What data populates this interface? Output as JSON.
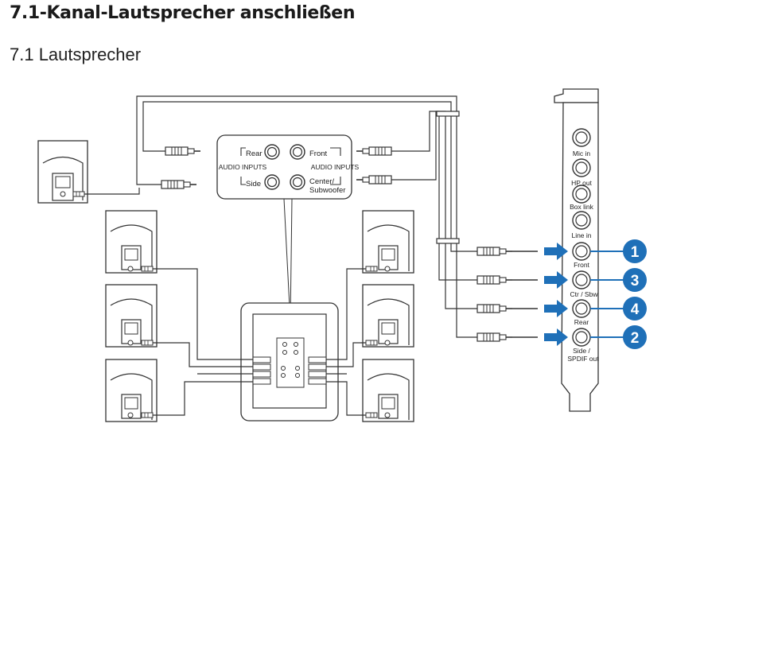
{
  "header": {
    "title": "7.1-Kanal-Lautsprecher anschließen",
    "subtitle": "7.1 Lautsprecher"
  },
  "hub": {
    "group_left_label": "AUDIO INPUTS",
    "group_right_label": "AUDIO INPUTS",
    "ports": {
      "rear": "Rear",
      "side": "Side",
      "front": "Front",
      "center_line1": "Center/",
      "center_line2": "Subwoofer"
    }
  },
  "card": {
    "ports": {
      "mic_in": "Mic in",
      "hp_out": "HP out",
      "box_link": "Box link",
      "line_in": "Line in",
      "front": "Front",
      "ctr_sbw": "Ctr / Sbw",
      "rear": "Rear",
      "side_line1": "Side /",
      "side_line2": "SPDIF out"
    }
  },
  "callouts": {
    "front": "1",
    "ctr": "3",
    "rear": "4",
    "side": "2"
  },
  "colors": {
    "accent": "#1f70b8",
    "line": "#333333"
  }
}
